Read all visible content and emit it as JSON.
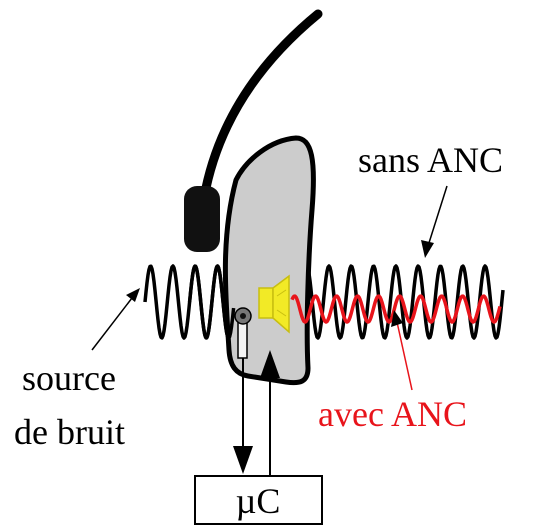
{
  "labels": {
    "without_anc": "sans ANC",
    "noise_source_line1": "source",
    "noise_source_line2": "de bruit",
    "with_anc": "avec ANC",
    "controller": "µC"
  },
  "colors": {
    "wave_noise": "#000000",
    "wave_anc": "#e8141b",
    "earcup_fill": "#cccccc",
    "speaker": "#f2ea26",
    "outline": "#000000"
  }
}
